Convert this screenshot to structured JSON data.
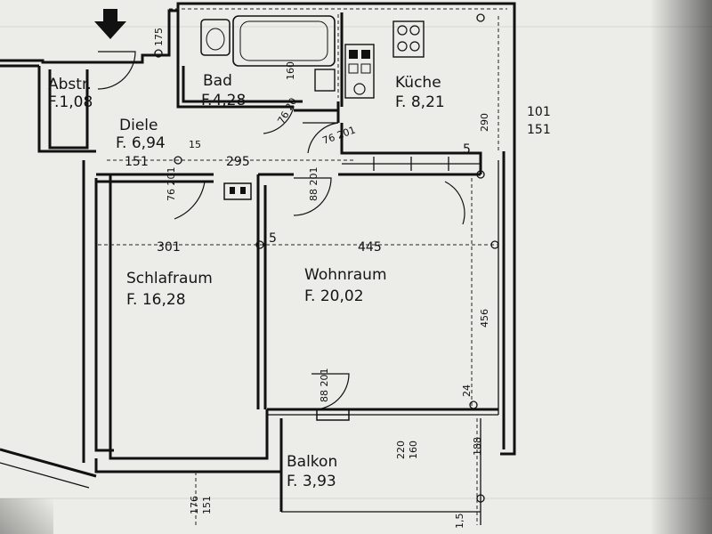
{
  "rooms": {
    "abstr": {
      "name": "Abstr.",
      "area": "F.1,08"
    },
    "bad": {
      "name": "Bad",
      "area": "F.4,28"
    },
    "kueche": {
      "name": "Küche",
      "area": "F. 8,21"
    },
    "diele": {
      "name": "Diele",
      "area": "F. 6,94"
    },
    "schlafraum": {
      "name": "Schlafraum",
      "area": "F. 16,28"
    },
    "wohnraum": {
      "name": "Wohnraum",
      "area": "F. 20,02"
    },
    "balkon": {
      "name": "Balkon",
      "area": "F. 3,93"
    }
  },
  "dimensions": {
    "diele_width": "295",
    "diele_left": "151",
    "diele_right": "15",
    "schlaf_width": "301",
    "wall_mid": "5",
    "wohn_width": "445",
    "top_175": "175",
    "right_101": "101",
    "right_151": "151",
    "kueche_290": "290",
    "wohn_456": "456",
    "right_24": "24",
    "balkon_188": "188",
    "balkon_5": "5",
    "balkon_220": "220",
    "balkon_160": "160",
    "bottom_176": "176",
    "bottom_151": "151",
    "bottom_15": "1,5",
    "door_bad": "76 20",
    "door_kueche": "76 201",
    "door_schlaf": "76 201",
    "door_wohn": "88 201",
    "door_balkon": "88 201",
    "window_bad": "160",
    "window_mid": "5"
  }
}
